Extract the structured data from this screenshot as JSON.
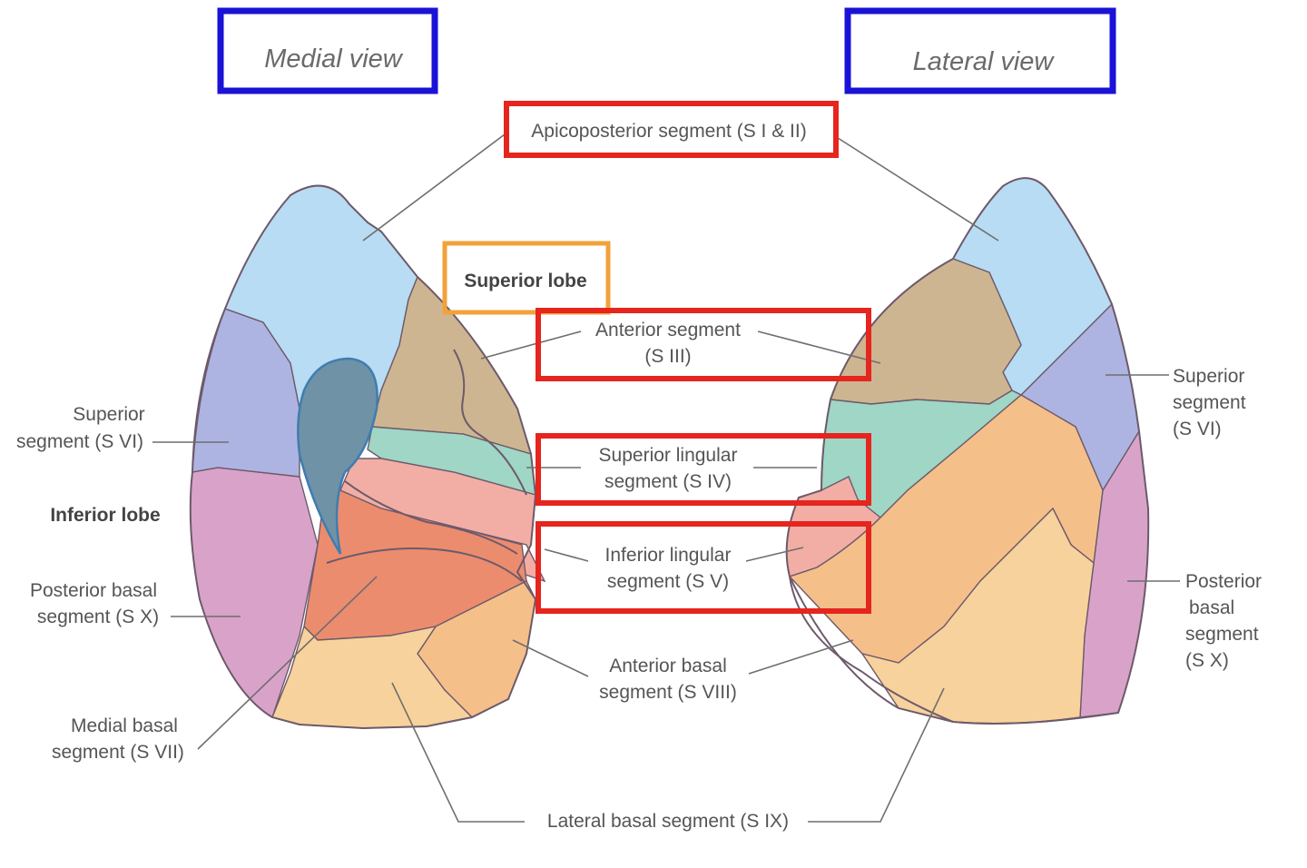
{
  "views": {
    "medial": "Medial view",
    "lateral": "Lateral view"
  },
  "labels": {
    "apicoposterior": "Apicoposterior segment (S I & II)",
    "superior_lobe": "Superior lobe",
    "anterior_segment_1": "Anterior segment",
    "anterior_segment_2": "(S III)",
    "superior_lingular_1": "Superior lingular",
    "superior_lingular_2": "segment (S IV)",
    "inferior_lingular_1": "Inferior lingular",
    "inferior_lingular_2": "segment (S V)",
    "anterior_basal_1": "Anterior basal",
    "anterior_basal_2": "segment (S VIII)",
    "lateral_basal": "Lateral basal segment (S IX)",
    "medial_superior_1": "Superior",
    "medial_superior_2": "segment (S VI)",
    "inferior_lobe": "Inferior lobe",
    "medial_posterior_basal_1": "Posterior basal",
    "medial_posterior_basal_2": "segment (S X)",
    "medial_basal_1": "Medial basal",
    "medial_basal_2": "segment (S VII)",
    "lateral_superior_1": "Superior",
    "lateral_superior_2": "segment",
    "lateral_superior_3": "(S VI)",
    "lateral_posterior_basal_1": "Posterior",
    "lateral_posterior_basal_2": "basal",
    "lateral_posterior_basal_3": "segment",
    "lateral_posterior_basal_4": "(S X)"
  },
  "colors": {
    "apicoposterior": "#b7dcf3",
    "anterior": "#cdb592",
    "superior_lingular": "#9fd6c5",
    "inferior_lingular": "#f2aea5",
    "superior_segment": "#aeb4e2",
    "posterior_basal": "#d9a3c9",
    "medial_basal": "#ec8c6e",
    "anterior_basal": "#f5bf8a",
    "lateral_basal": "#f8d29c",
    "hilum": "#6f92a7",
    "box_view": "#1a12d6",
    "box_segment": "#e5251e",
    "box_lobe": "#f2a23a"
  }
}
